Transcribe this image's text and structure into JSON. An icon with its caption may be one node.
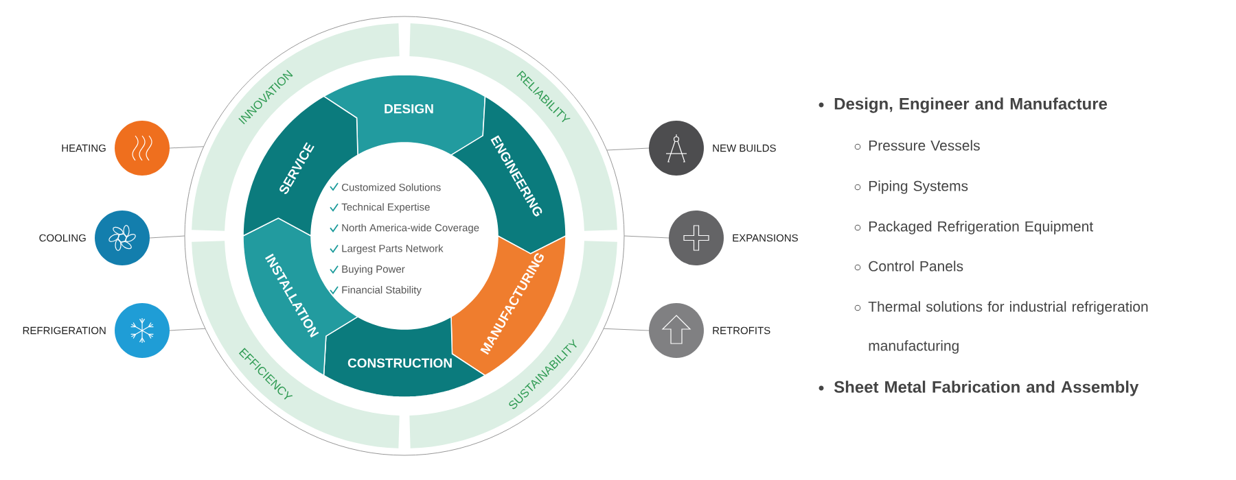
{
  "diagram": {
    "nodes": [
      {
        "text": [],
        "shape": "circle"
      },
      {
        "text": [
          "INNOVATION"
        ],
        "in": 0
      },
      {
        "text": [
          "RELIABILITY"
        ],
        "in": 0
      },
      {
        "text": [
          "SUSTAINABILITY"
        ],
        "in": 0
      },
      {
        "text": [
          "EFFICIENCY"
        ],
        "in": 0
      },
      {
        "text": [
          "DESIGN"
        ],
        "in": 0
      },
      {
        "text": [
          "ENGINEERING"
        ],
        "in": 0
      },
      {
        "text": [
          "MANUFACTURING"
        ],
        "in": 0
      },
      {
        "text": [
          "CONSTRUCTION"
        ],
        "in": 0
      },
      {
        "text": [
          "INSTALLATION"
        ],
        "in": 0
      },
      {
        "text": [
          "SERVICE"
        ],
        "in": 0
      },
      {
        "text": [
          "Customized Solutions",
          "Technical Expertise",
          "North America-wide Coverage",
          "Largest Parts Network",
          "Buying Power",
          "Financial Stability"
        ],
        "in": 0
      },
      {
        "text": [],
        "shape": "circle",
        "beside": [
          "HEATING"
        ]
      },
      {
        "text": [],
        "shape": "circle",
        "beside": [
          "COOLING"
        ]
      },
      {
        "text": [],
        "shape": "circle",
        "beside": [
          "REFRIGERATION"
        ]
      },
      {
        "text": [],
        "shape": "circle",
        "beside": [
          "NEW BUILDS"
        ]
      },
      {
        "text": [],
        "shape": "circle",
        "beside": [
          "EXPANSIONS"
        ]
      },
      {
        "text": [],
        "shape": "circle",
        "beside": [
          "RETROFITS"
        ]
      }
    ],
    "edges": [
      {
        "from": 12,
        "to": 0,
        "arrow": "none"
      },
      {
        "from": 13,
        "to": 0,
        "arrow": "none"
      },
      {
        "from": 14,
        "to": 0,
        "arrow": "none"
      },
      {
        "from": 0,
        "to": 15,
        "arrow": "none"
      },
      {
        "from": 0,
        "to": 16,
        "arrow": "none"
      },
      {
        "from": 0,
        "to": 17,
        "arrow": "none"
      }
    ],
    "labels": [
      "Design, Engineer and Manufacture",
      "Pressure Vessels",
      "Piping Systems",
      "Packaged Refrigeration Equipment",
      "Control Panels",
      "Thermal solutions for industrial refrigeration manufacturing",
      "Sheet Metal Fabrication and Assembly"
    ]
  }
}
